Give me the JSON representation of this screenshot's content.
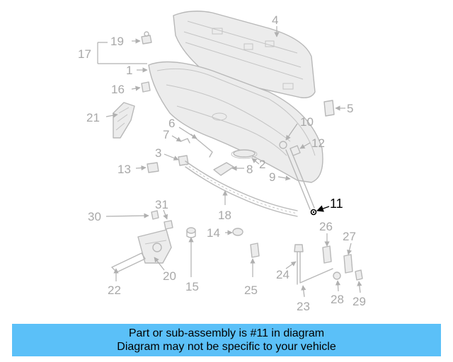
{
  "diagram": {
    "labels": [
      "1",
      "2",
      "3",
      "4",
      "5",
      "6",
      "7",
      "8",
      "9",
      "10",
      "11",
      "12",
      "13",
      "14",
      "15",
      "16",
      "17",
      "18",
      "19",
      "20",
      "21",
      "22",
      "23",
      "24",
      "25",
      "26",
      "27",
      "28",
      "29",
      "30",
      "31"
    ],
    "highlighted_part": "11"
  },
  "banner": {
    "line1": "Part or sub-assembly is #11 in diagram",
    "line2": "Diagram may not be specific to your vehicle",
    "background": "#5bc0f8"
  }
}
